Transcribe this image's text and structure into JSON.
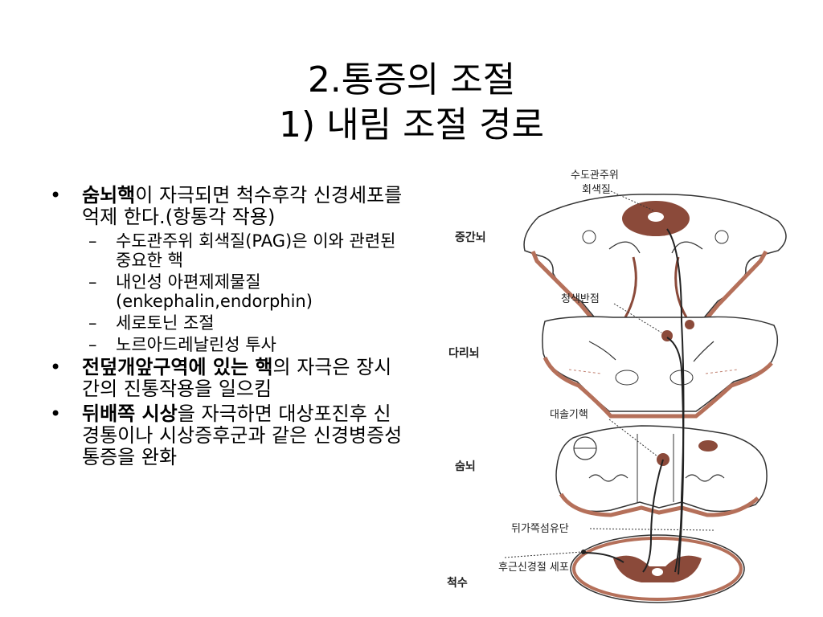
{
  "slide": {
    "title_line1": "2.통증의 조절",
    "title_line2": "1) 내림 조절 경로"
  },
  "bullets": [
    {
      "bold": "숨뇌핵",
      "text": "이 자극되면 척수후각 신경세포를 억제 한다.(항통각 작용)",
      "sub": [
        "수도관주위 회색질(PAG)은 이와 관련된 중요한 핵",
        "내인성 아편제제물질 (enkephalin,endorphin)",
        "세로토닌 조절",
        "노르아드레날린성 투사"
      ]
    },
    {
      "bold": "전덮개앞구역에 있는 핵",
      "text": "의 자극은 장시간의 진통작용을 일으킴",
      "sub": []
    },
    {
      "bold": "뒤배쪽 시상",
      "text": "을 자극하면 대상포진후 신경통이나 시상증후군과 같은 신경병증성 통증을 완화",
      "sub": []
    }
  ],
  "figure": {
    "labels": {
      "pag_line1": "수도관주위",
      "pag_line2": "회색질",
      "midbrain": "중간뇌",
      "locus": "청색반점",
      "pons": "다리뇌",
      "raphe": "대솔기핵",
      "medulla": "숨뇌",
      "dlf": "뒤가쪽섬유단",
      "drg": "후근신경절 세포",
      "spinal": "척수"
    },
    "colors": {
      "nucleus": "#8b4a3a",
      "section_edge": "#b5705a",
      "line": "#222222"
    }
  }
}
